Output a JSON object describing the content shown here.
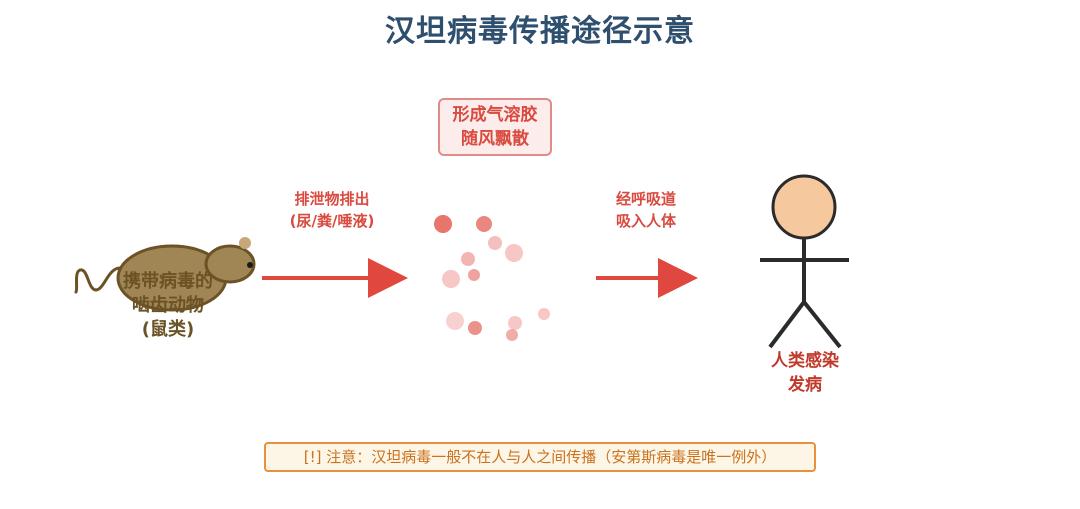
{
  "title": "汉坦病毒传播途径示意",
  "aerosol": {
    "line1": "形成气溶胶",
    "line2": "随风飘散"
  },
  "step1": {
    "line1": "排泄物排出",
    "line2": "(尿/粪/唾液)"
  },
  "step2": {
    "line1": "经呼吸道",
    "line2": "吸入人体"
  },
  "rodent": {
    "line1": "携带病毒的",
    "line2": "啮齿动物",
    "line3": "(鼠类)"
  },
  "human": {
    "line1": "人类感染",
    "line2": "发病"
  },
  "note": "[!] 注意：汉坦病毒一般不在人与人之间传播（安第斯病毒是唯一例外）",
  "colors": {
    "title": "#2f4f6f",
    "arrow": "#e0473e",
    "particle": "#e0473e",
    "rodent_body": "#a08555",
    "rodent_outline": "#6b5325",
    "human_head": "#f5c89e",
    "note_border": "#e8913a"
  },
  "icons": {
    "rodent": "rodent-icon",
    "human": "stick-figure-icon",
    "particles": "aerosol-particles-icon"
  }
}
